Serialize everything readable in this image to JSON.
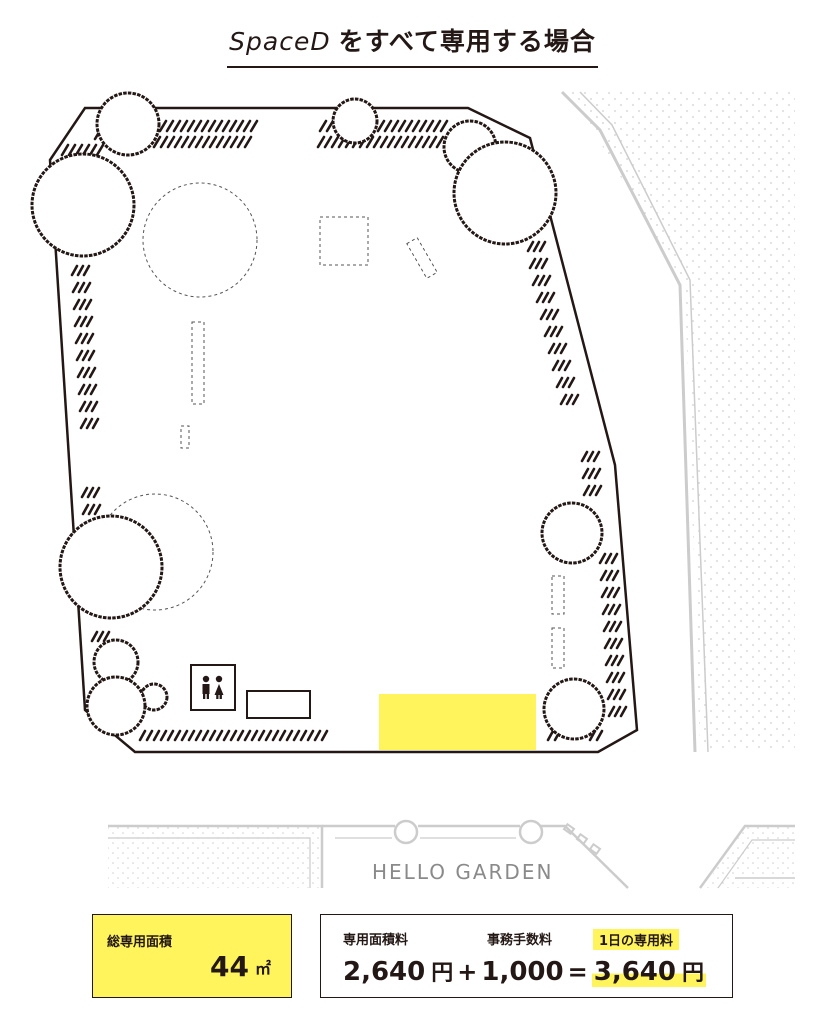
{
  "title": {
    "prefix": "Space",
    "letter": "D",
    "suffix": "をすべて専用する場合"
  },
  "map": {
    "garden_label": "HELLO GARDEN"
  },
  "area": {
    "label": "総専用面積",
    "value": "44",
    "unit": "㎡"
  },
  "fees": {
    "header_area_fee": "専用面積料",
    "header_office_fee": "事務手数料",
    "header_daily_fee": "1日の専用料",
    "area_fee": "2,640",
    "yen": "円",
    "plus": "+",
    "office_fee": "1,000",
    "equals": "=",
    "daily_fee": "3,640",
    "yen2": "円"
  },
  "colors": {
    "highlight": "#fff45c",
    "line": "#231815",
    "gray": "#c8c8c8"
  }
}
